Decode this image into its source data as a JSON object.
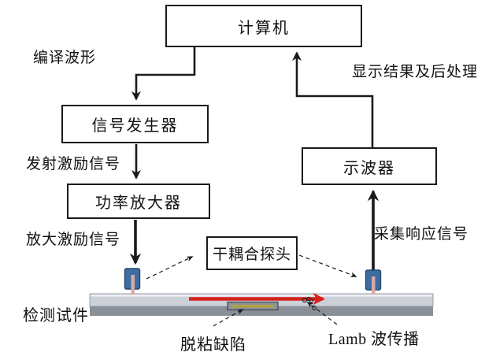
{
  "diagram": {
    "type": "flow-schematic",
    "boxes": {
      "computer": "计算机",
      "signal_generator": "信号发生器",
      "power_amplifier": "功率放大器",
      "oscilloscope": "示波器",
      "probe_label": "干耦合探头"
    },
    "labels": {
      "compile_waveform": "编译波形",
      "transmit_excitation": "发射激励信号",
      "amplified_excitation": "放大激励信号",
      "display_results": "显示结果及后处理",
      "acquire_response": "采集响应信号",
      "test_specimen": "检测试件",
      "debond_defect": "脱粘缺陷",
      "lamb_wave": "Lamb 波传播"
    },
    "colors": {
      "line": "#1a1a1a",
      "red_arrow": "#d8221a",
      "probe_blue": "#3e6ca3",
      "probe_border": "#27486e",
      "probe_tip": "#d9aaa6",
      "plate_top": "#ccd0d8",
      "plate_bottom": "#8b9098",
      "defect_stripe": "#b2a23e",
      "box_bg": "#ffffff",
      "text": "#111111"
    }
  }
}
